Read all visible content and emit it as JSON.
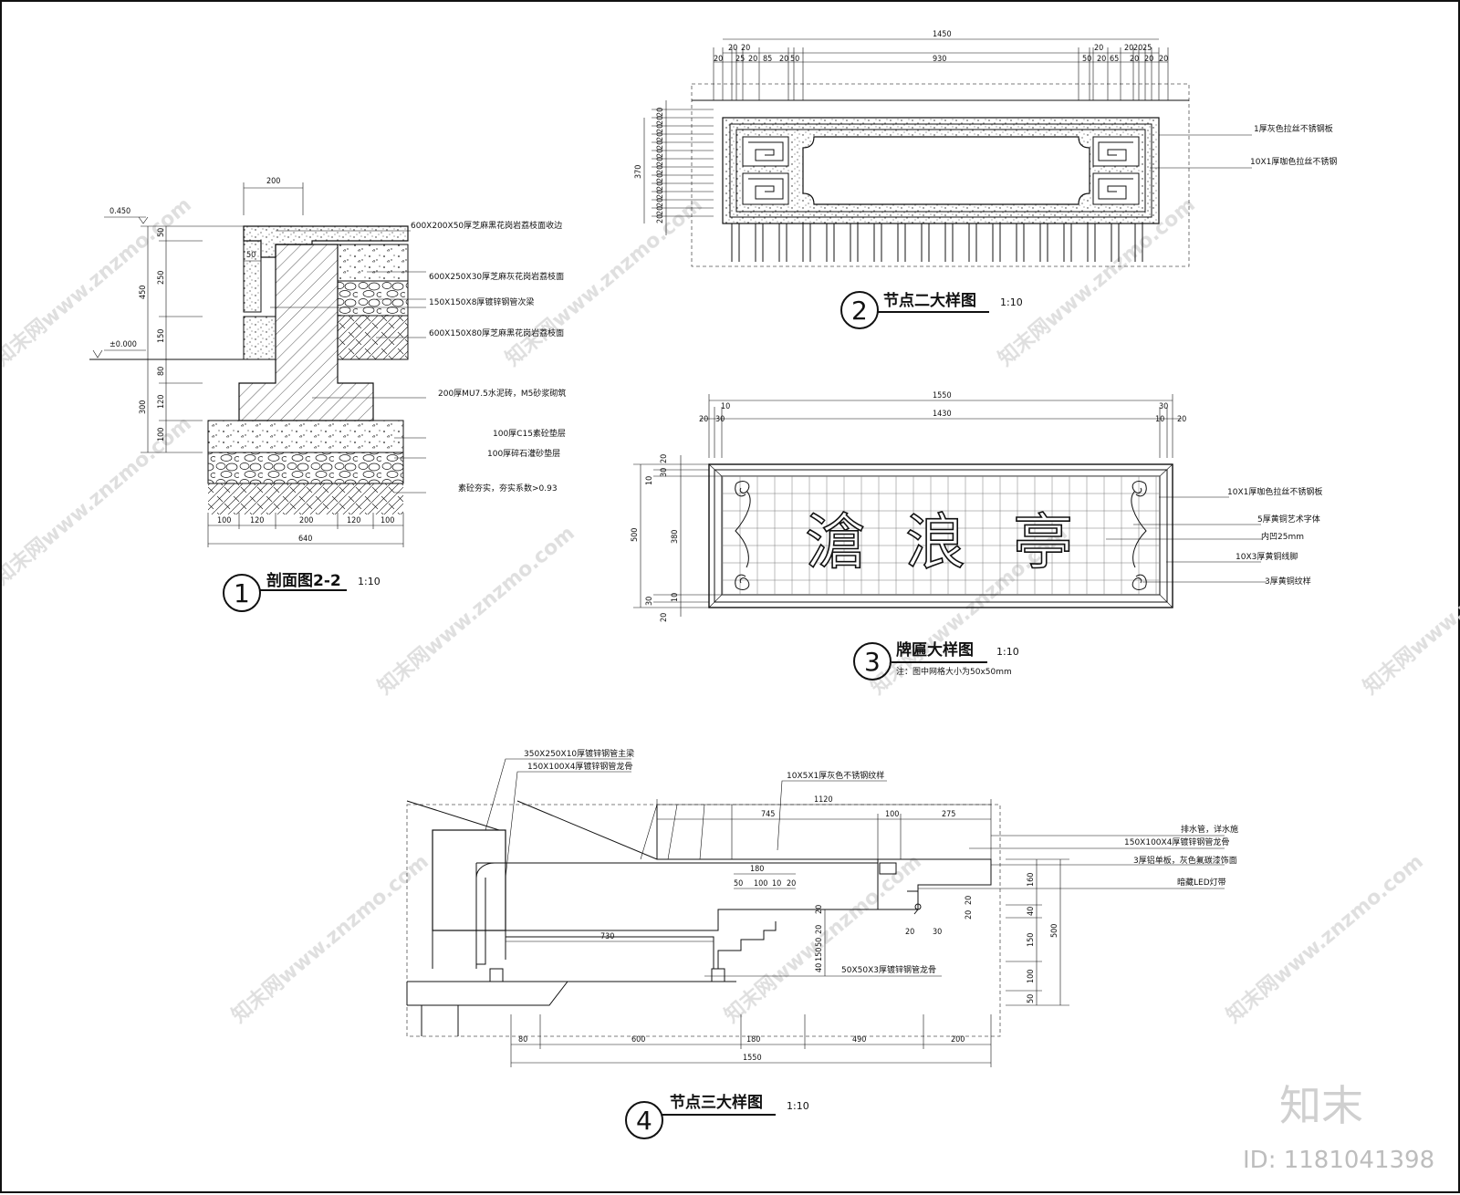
{
  "watermark": {
    "text": "知末网www.znzmo.com",
    "brand": "知末",
    "id": "ID: 1181041398"
  },
  "detail1": {
    "number": "1",
    "title": "剖面图2-2",
    "scale": "1:10",
    "elevations": [
      "0.450",
      "±0.000"
    ],
    "top_dim": "200",
    "left_dims": [
      "50",
      "250",
      "150",
      "80",
      "120",
      "100"
    ],
    "left_totals": [
      "450",
      "300"
    ],
    "inner_dim": "50",
    "bottom_dims": [
      "100",
      "120",
      "200",
      "120",
      "100"
    ],
    "bottom_total": "640",
    "notes": [
      "600X200X50厚芝麻黑花岗岩荔枝面收边",
      "600X250X30厚芝麻灰花岗岩荔枝面",
      "150X150X8厚镀锌钢管次梁",
      "600X150X80厚芝麻黑花岗岩荔枝面",
      "200厚MU7.5水泥砖，M5砂浆砌筑",
      "100厚C15素砼垫层",
      "100厚碎石灌砂垫层",
      "素砼夯实，夯实系数>0.93"
    ]
  },
  "detail2": {
    "number": "2",
    "title": "节点二大样图",
    "scale": "1:10",
    "top_total": "1450",
    "top_row1": [
      "20",
      "20",
      "20",
      "20",
      "20",
      "25"
    ],
    "top_row2": [
      "20",
      "25",
      "20",
      "85",
      "20",
      "50",
      "930",
      "50",
      "20",
      "65",
      "20",
      "20",
      "20"
    ],
    "left_total": "370",
    "left_dims": [
      "20",
      "20",
      "20",
      "20",
      "20",
      "20",
      "20",
      "20",
      "20",
      "20",
      "20",
      "20",
      "20",
      "20"
    ],
    "notes": [
      "1厚灰色拉丝不锈钢板",
      "10X1厚咖色拉丝不锈钢"
    ]
  },
  "detail3": {
    "number": "3",
    "title": "牌匾大样图",
    "scale": "1:10",
    "subnote": "注：图中网格大小为50x50mm",
    "calligraphy": [
      "滄",
      "浪",
      "亭"
    ],
    "top_total": "1550",
    "top_inner": "1430",
    "top_small": [
      "10",
      "30",
      "20",
      "20",
      "10",
      "30"
    ],
    "left_total": "500",
    "left_inner": "380",
    "left_small": [
      "20",
      "30",
      "10",
      "10",
      "30",
      "20"
    ],
    "notes": [
      "10X1厚咖色拉丝不锈钢板",
      "5厚黄铜艺术字体",
      "内凹25mm",
      "10X3厚黄铜线脚",
      "3厚黄铜纹样"
    ]
  },
  "detail4": {
    "number": "4",
    "title": "节点三大样图",
    "scale": "1:10",
    "top_notes": [
      "350X250X10厚镀锌钢管主梁",
      "150X100X4厚镀锌钢管龙骨",
      "10X5X1厚灰色不锈钢纹样"
    ],
    "right_notes": [
      "排水管，详水施",
      "150X100X4厚镀锌钢管龙骨",
      "3厚铝单板，灰色氟碳漆饰面",
      "暗藏LED灯带"
    ],
    "bottom_note": "50X50X3厚镀锌钢管龙骨",
    "top_total": "1120",
    "top_dims": [
      "745",
      "100",
      "275"
    ],
    "mid_dims": [
      "180",
      "50",
      "100",
      "10",
      "20"
    ],
    "inner_dims": [
      "730",
      "20",
      "20",
      "30",
      "20",
      "20"
    ],
    "vert_dims": [
      "20",
      "50",
      "150",
      "40"
    ],
    "right_dims": [
      "160",
      "40",
      "150",
      "100",
      "50"
    ],
    "right_total": "500",
    "bottom_dims": [
      "80",
      "600",
      "180",
      "490",
      "200"
    ],
    "bottom_total": "1550"
  }
}
